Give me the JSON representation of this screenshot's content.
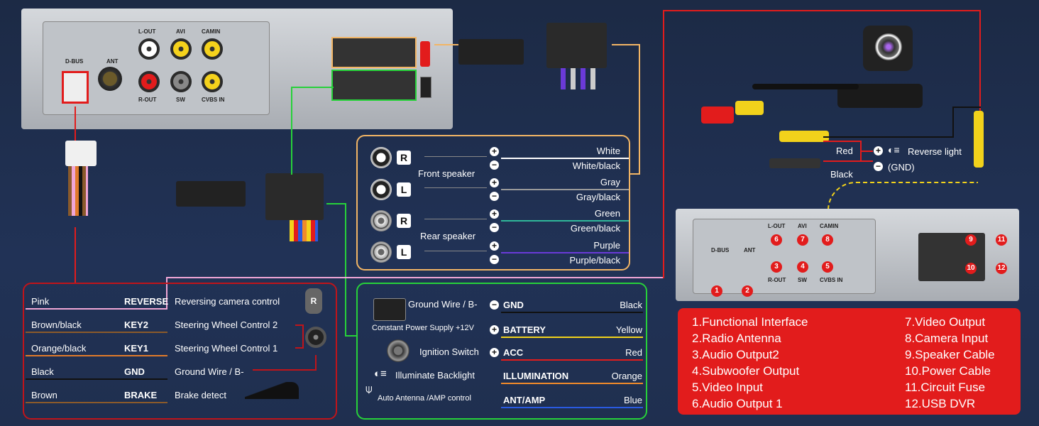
{
  "head_unit": {
    "labels": {
      "lout": "L-OUT",
      "avi": "AVI",
      "camin": "CAMIN",
      "dbus": "D-BUS",
      "ant": "ANT",
      "rout": "R-OUT",
      "sw": "SW",
      "cvbsin": "CVBS IN"
    }
  },
  "speakers": {
    "front_label": "Front speaker",
    "rear_label": "Rear speaker",
    "rows": [
      {
        "side": "R",
        "pos": "White",
        "neg": "White/black",
        "color": "#ffffff"
      },
      {
        "side": "L",
        "pos": "Gray",
        "neg": "Gray/black",
        "color": "#9a9a9a"
      },
      {
        "side": "R",
        "pos": "Green",
        "neg": "Green/black",
        "color": "#2fb89a"
      },
      {
        "side": "L",
        "pos": "Purple",
        "neg": "Purple/black",
        "color": "#6a3ad8"
      }
    ]
  },
  "camera": {
    "red": "Red",
    "black": "Black",
    "reverse": "Reverse light",
    "gnd": "(GND)"
  },
  "left_table": {
    "rows": [
      {
        "color_name": "Pink",
        "code": "REVERSE",
        "desc": "Reversing camera control",
        "line": "#f0a6d6"
      },
      {
        "color_name": "Brown/black",
        "code": "KEY2",
        "desc": "Steering Wheel Control 2",
        "line": "#8a5a2b"
      },
      {
        "color_name": "Orange/black",
        "code": "KEY1",
        "desc": "Steering Wheel Control 1",
        "line": "#e07a2a"
      },
      {
        "color_name": "Black",
        "code": "GND",
        "desc": "Ground Wire / B-",
        "line": "#111111"
      },
      {
        "color_name": "Brown",
        "code": "BRAKE",
        "desc": "Brake detect",
        "line": "#8a5a2b"
      }
    ]
  },
  "power_table": {
    "rows": [
      {
        "desc": "Ground Wire / B-",
        "code": "GND",
        "color_name": "Black",
        "line": "#111111",
        "sign": "−"
      },
      {
        "desc": "Constant Power Supply +12V",
        "code": "BATTERY",
        "color_name": "Yellow",
        "line": "#f2d21b",
        "sign": "+"
      },
      {
        "desc": "Ignition Switch",
        "code": "ACC",
        "color_name": "Red",
        "line": "#e21c1c",
        "sign": "+"
      },
      {
        "desc": "Illuminate Backlight",
        "code": "ILLUMINATION",
        "color_name": "Orange",
        "line": "#f08a2a",
        "sign": ""
      },
      {
        "desc": "Auto Antenna /AMP control",
        "code": "ANT/AMP",
        "color_name": "Blue",
        "line": "#2a5ae0",
        "sign": ""
      }
    ]
  },
  "numbers": [
    "1",
    "2",
    "3",
    "4",
    "5",
    "6",
    "7",
    "8",
    "9",
    "10",
    "11",
    "12"
  ],
  "legend": {
    "left": [
      "1.Functional Interface",
      "2.Radio Antenna",
      "3.Audio Output2",
      "4.Subwoofer Output",
      "5.Video Input",
      "6.Audio Output 1"
    ],
    "right": [
      "7.Video Output",
      "8.Camera Input",
      "9.Speaker Cable",
      "10.Power Cable",
      "11.Circuit Fuse",
      "12.USB DVR"
    ]
  },
  "colors": {
    "accent_red": "#e21c1c",
    "panel_orange": "#f2b565",
    "panel_green": "#27d13a",
    "panel_red": "#c0141a"
  }
}
